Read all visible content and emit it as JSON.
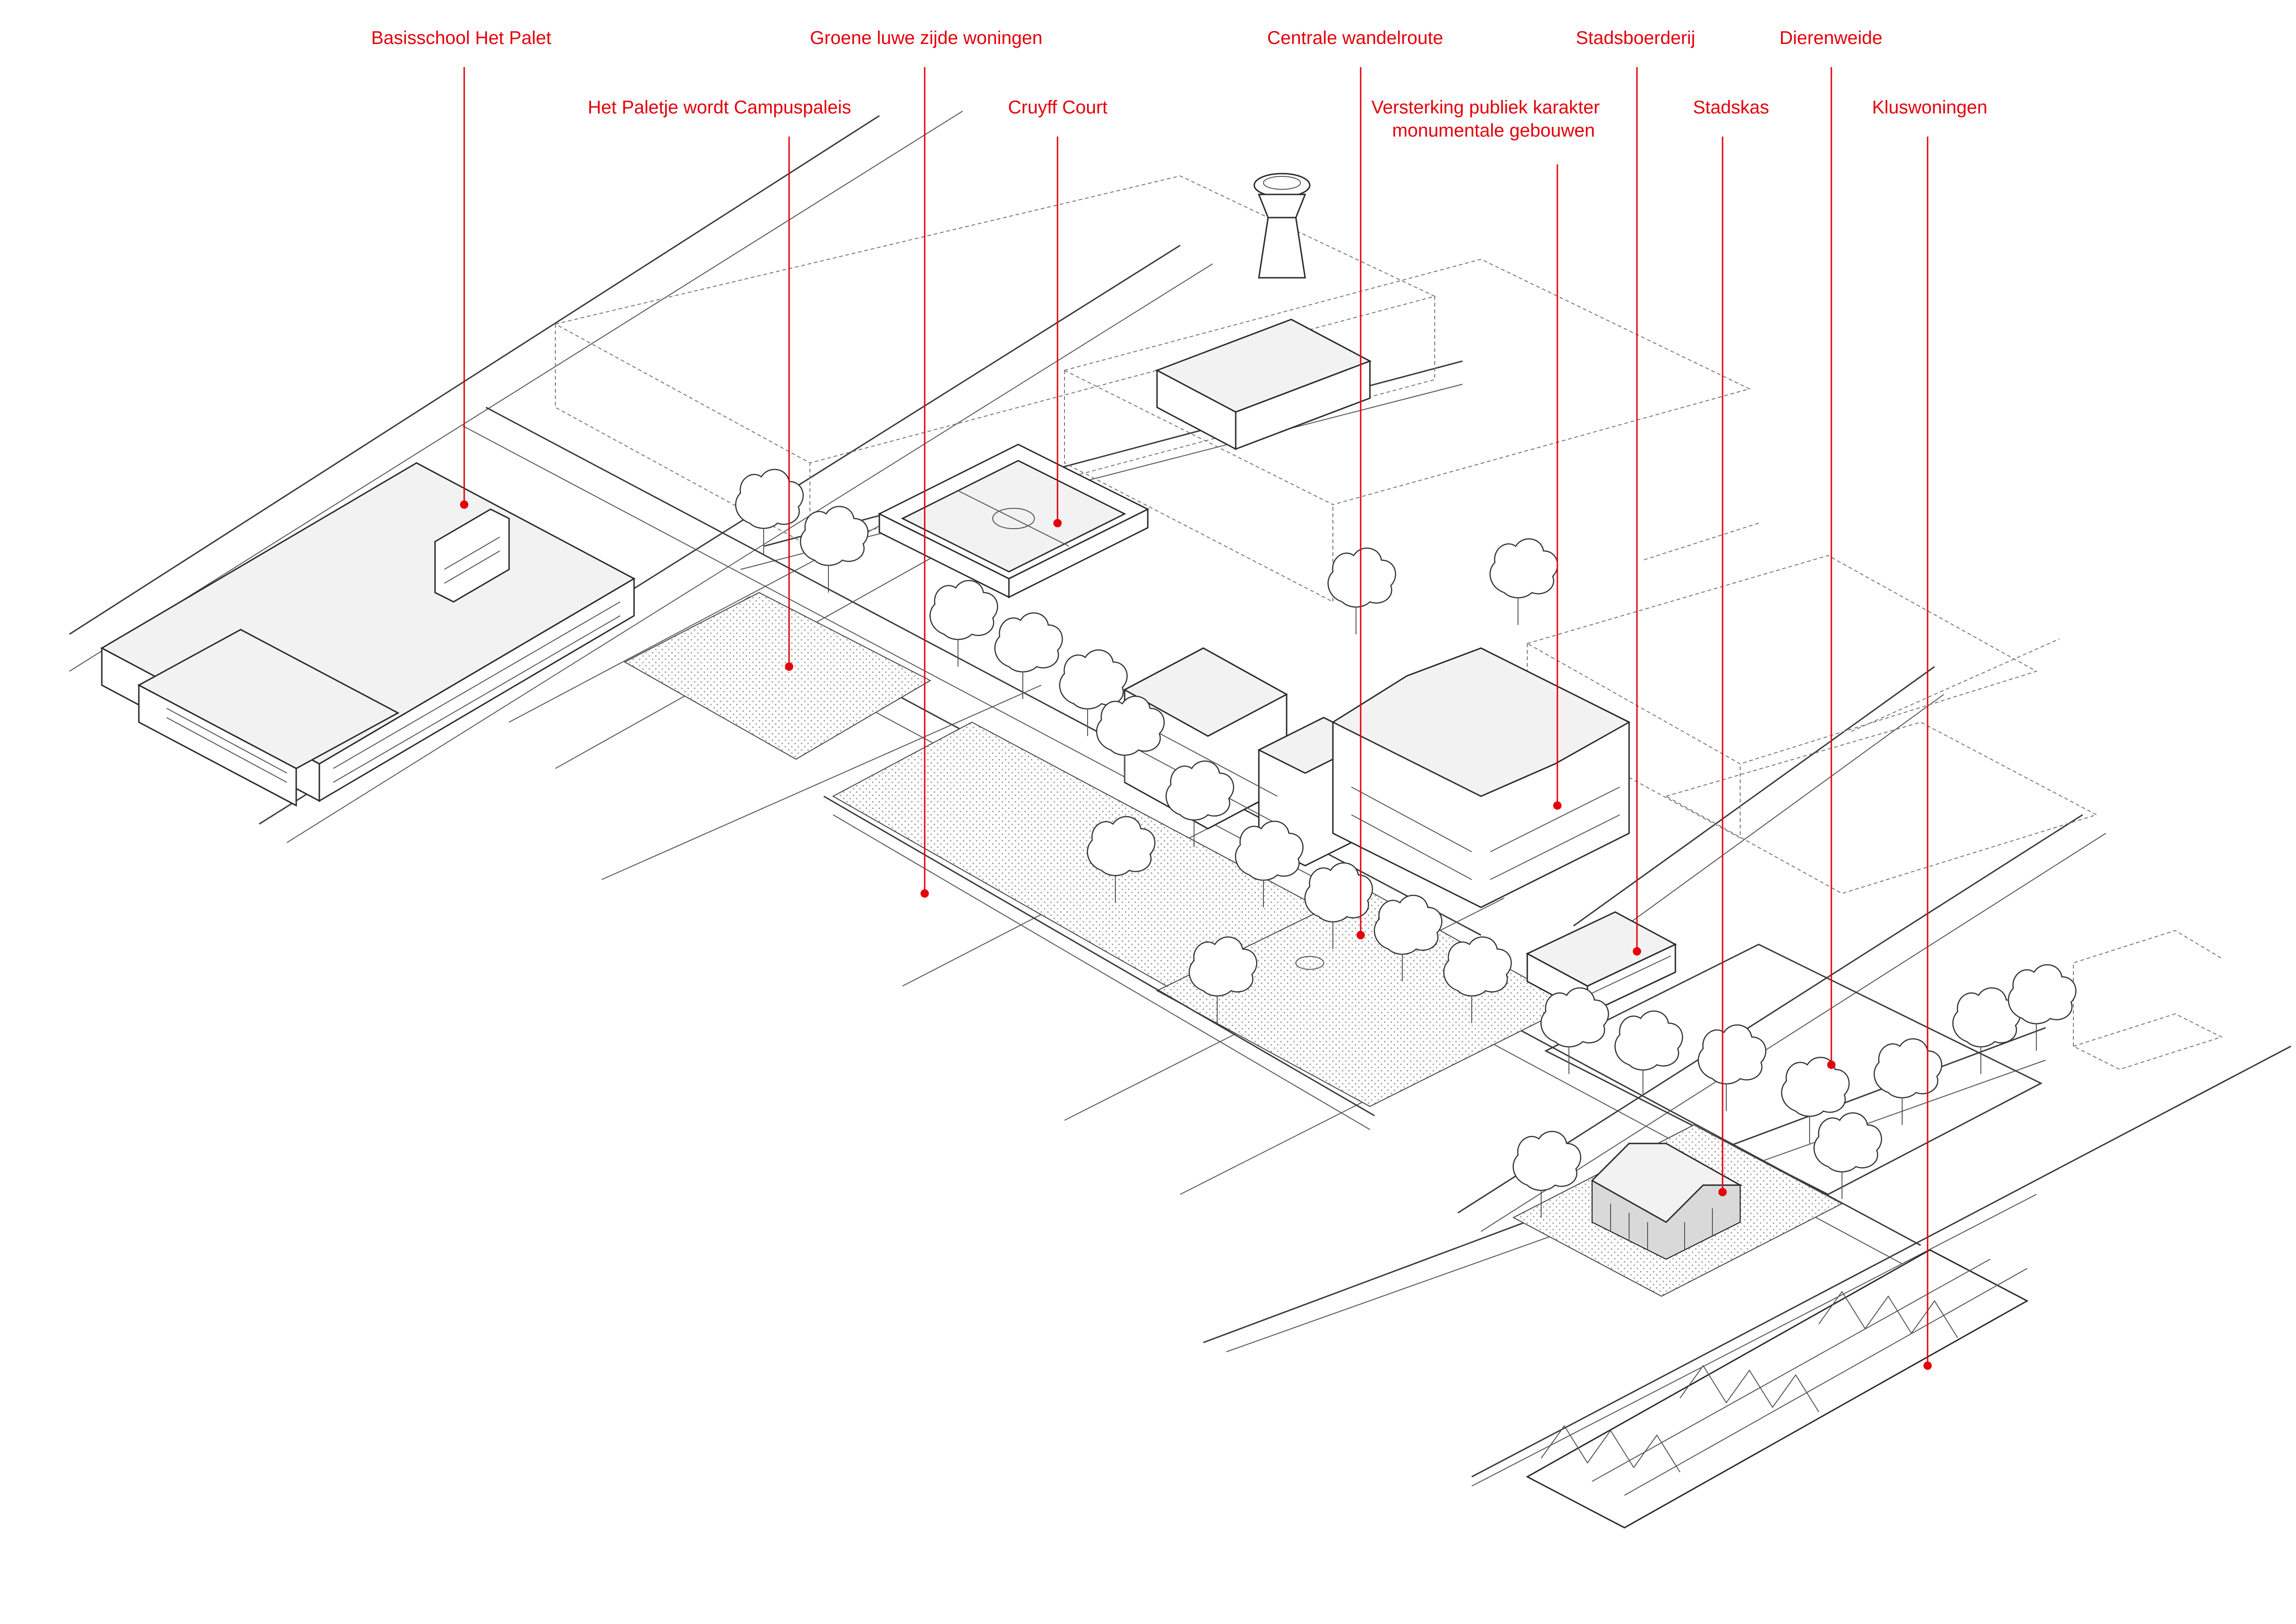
{
  "labels": [
    {
      "id": "basisschool",
      "text": "Basisschool Het Palet"
    },
    {
      "id": "paletje",
      "text": "Het Paletje wordt Campuspaleis"
    },
    {
      "id": "groene",
      "text": "Groene luwe zijde woningen"
    },
    {
      "id": "cruyff",
      "text": "Cruyff Court"
    },
    {
      "id": "centrale",
      "text": "Centrale wandelroute"
    },
    {
      "id": "versterking_1",
      "text": "Versterking publiek karakter"
    },
    {
      "id": "versterking_2",
      "text": "monumentale gebouwen"
    },
    {
      "id": "stadsboerderij",
      "text": "Stadsboerderij"
    },
    {
      "id": "stadskas",
      "text": "Stadskas"
    },
    {
      "id": "dierenweide",
      "text": "Dierenweide"
    },
    {
      "id": "kluswoningen",
      "text": "Kluswoningen"
    }
  ],
  "colors": {
    "annotation": "#e3000b",
    "linework": "#2a2a2a",
    "background": "#ffffff"
  }
}
